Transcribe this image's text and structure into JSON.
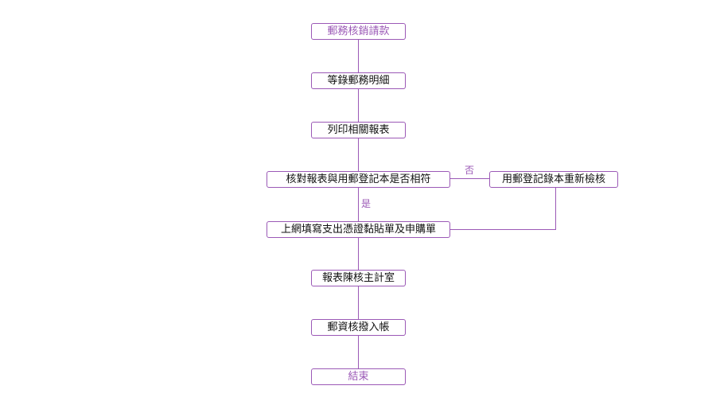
{
  "colors": {
    "accent": "#9b59b6",
    "text": "#111111",
    "background": "#ffffff"
  },
  "nodes": {
    "start": "郵務核銷請款",
    "step1": "等錄郵務明細",
    "step2": "列印相關報表",
    "decision": "核對報表與用郵登記本是否相符",
    "recheck": "用郵登記錄本重新檢核",
    "step3": "上網填寫支出憑證黏貼單及申購單",
    "step4": "報表陳核主計室",
    "step5": "郵資核撥入帳",
    "end": "結束"
  },
  "labels": {
    "no": "否",
    "yes": "是"
  }
}
